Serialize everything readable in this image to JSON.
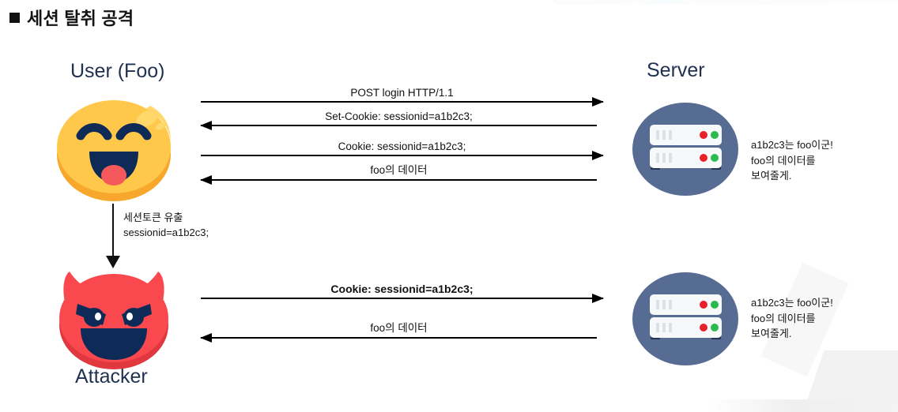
{
  "slide": {
    "title": "세션 탈취 공격",
    "bullet_icon": "square-bullet-icon"
  },
  "actors": {
    "user": {
      "label": "User (Foo)",
      "icon": "smiling-face-icon"
    },
    "attacker": {
      "label": "Attacker",
      "icon": "angry-devil-face-icon"
    },
    "server_top": {
      "label": "Server",
      "icon": "server-rack-icon"
    },
    "server_bottom": {
      "label": "",
      "icon": "server-rack-icon"
    }
  },
  "messages": [
    {
      "id": "m1",
      "text": "POST login HTTP/1.1",
      "direction": "right",
      "bold": false
    },
    {
      "id": "m2",
      "text": "Set-Cookie: sessionid=a1b2c3;",
      "direction": "left",
      "bold": false
    },
    {
      "id": "m3",
      "text": "Cookie: sessionid=a1b2c3;",
      "direction": "right",
      "bold": false
    },
    {
      "id": "m4",
      "text": "foo의 데이터",
      "direction": "left",
      "bold": false
    },
    {
      "id": "m5",
      "text": "Cookie: sessionid=a1b2c3;",
      "direction": "right",
      "bold": true
    },
    {
      "id": "m6",
      "text": "foo의 데이터",
      "direction": "left",
      "bold": false
    }
  ],
  "leak": {
    "line1": "세션토큰 유출",
    "line2": "sessionid=a1b2c3;",
    "arrow_icon": "down-arrow-icon"
  },
  "server_notes": {
    "top": {
      "line1": "a1b2c3는 foo이군!",
      "line2": "foo의 데이터를",
      "line3": "보여줄게."
    },
    "bottom": {
      "line1": "a1b2c3는 foo이군!",
      "line2": "foo의 데이터를",
      "line3": "보여줄게."
    }
  },
  "colors": {
    "smiley_face": "#FFC84A",
    "smiley_shadow": "#F7A72B",
    "smiley_features": "#0E2A56",
    "tongue": "#F4595B",
    "devil_face": "#F9494E",
    "devil_shadow": "#E0383E",
    "devil_features": "#0E2A56",
    "server_circle": "#566C92",
    "server_unit": "#F7F8F9",
    "led_red": "#E8202A",
    "led_green": "#2BBA4E",
    "label_text": "#1F3050",
    "arrow": "#000000"
  }
}
